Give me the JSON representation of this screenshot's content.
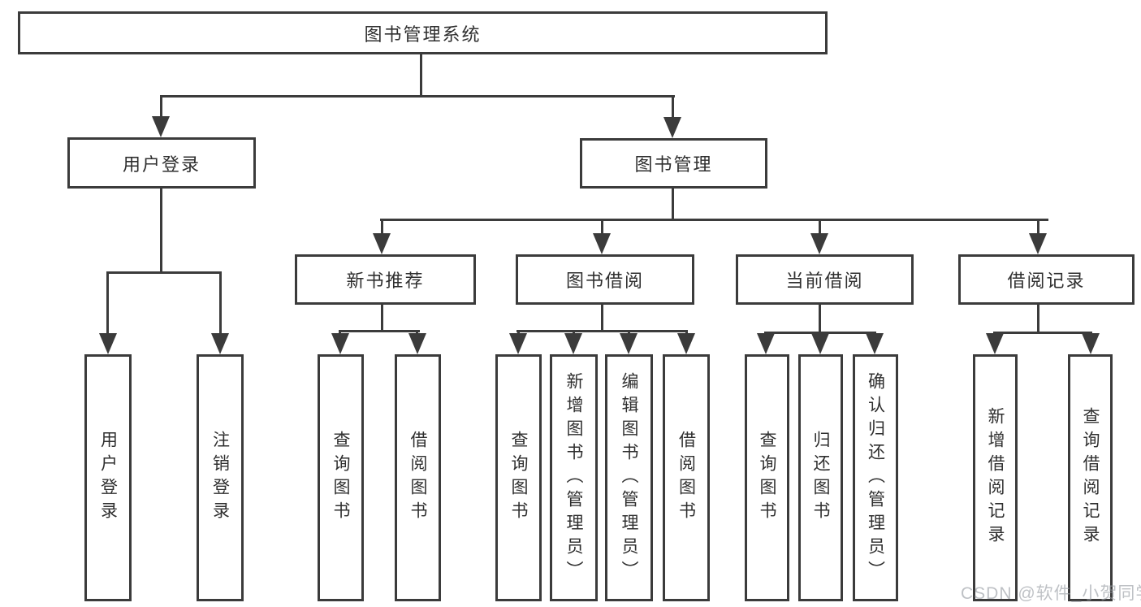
{
  "diagram": {
    "root": {
      "label": "图书管理系统"
    },
    "level2": [
      {
        "label": "用户登录"
      },
      {
        "label": "图书管理"
      }
    ],
    "level3": [
      {
        "label": "新书推荐"
      },
      {
        "label": "图书借阅"
      },
      {
        "label": "当前借阅"
      },
      {
        "label": "借阅记录"
      }
    ],
    "leaves": {
      "user_login": [
        "用户登录",
        "注销登录"
      ],
      "new_book": [
        "查询图书",
        "借阅图书"
      ],
      "book_borrow": [
        "查询图书",
        "新增图书（管理员）",
        "编辑图书（管理员）",
        "借阅图书"
      ],
      "current_borrow": [
        "查询图书",
        "归还图书",
        "确认归还（管理员）"
      ],
      "borrow_records": [
        "新增借阅记录",
        "查询借阅记录"
      ]
    }
  },
  "watermark": {
    "text": "CSDN @软件_小贺同学"
  },
  "colors": {
    "line": "#3b3b3b",
    "text": "#2f2f2f",
    "background": "#ffffff",
    "watermark": "rgba(155,160,166,0.65)"
  }
}
